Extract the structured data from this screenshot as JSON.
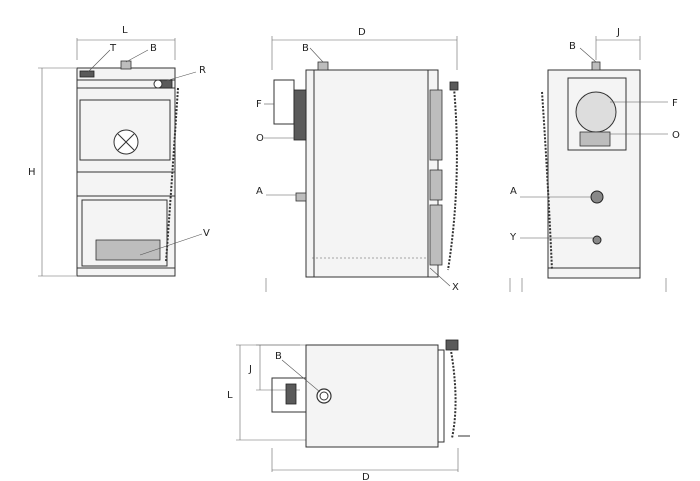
{
  "labels": {
    "L": "L",
    "T": "T",
    "B": "B",
    "R": "R",
    "H": "H",
    "V": "V",
    "D": "D",
    "F": "F",
    "O": "O",
    "A": "A",
    "X": "X",
    "J": "J",
    "Y": "Y"
  }
}
